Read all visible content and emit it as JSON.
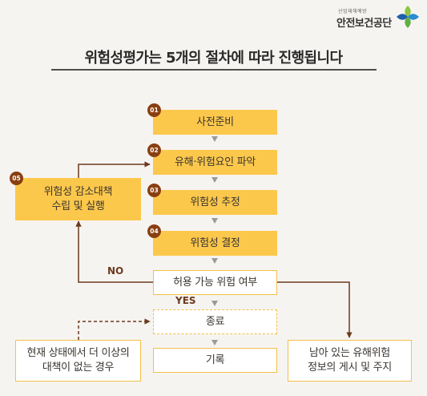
{
  "logo": {
    "subtitle": "산업재해예방",
    "name": "안전보건공단",
    "colors": [
      "#2a8dd2",
      "#8cc63f",
      "#1f5ea8",
      "#61b046"
    ]
  },
  "heading": "위험성평가는 5개의 절차에 따라 진행됩니다",
  "steps": [
    {
      "number": "01",
      "label": "사전준비"
    },
    {
      "number": "02",
      "label": "유해·위험요인 파악"
    },
    {
      "number": "03",
      "label": "위험성 추정"
    },
    {
      "number": "04",
      "label": "위험성 결정"
    }
  ],
  "step5": {
    "number": "05",
    "line1": "위험성 감소대책",
    "line2": "수립 및 실행"
  },
  "decision": "허용 가능 위험 여부",
  "end": "종료",
  "record": "기록",
  "no_measure": {
    "line1": "현재 상태에서 더 이상의",
    "line2": "대책이 없는 경우"
  },
  "residual": {
    "line1": "남아 있는 유해위험",
    "line2": "정보의 게시 및 주지"
  },
  "labels": {
    "no": "NO",
    "yes": "YES"
  },
  "colors": {
    "step_fill": "#fcc84c",
    "badge": "#8a3f10",
    "line": "#6b3a1e",
    "small_arrow": "#9a9a9a",
    "outline": "#f3c04c",
    "background": "#f6f4f1"
  }
}
